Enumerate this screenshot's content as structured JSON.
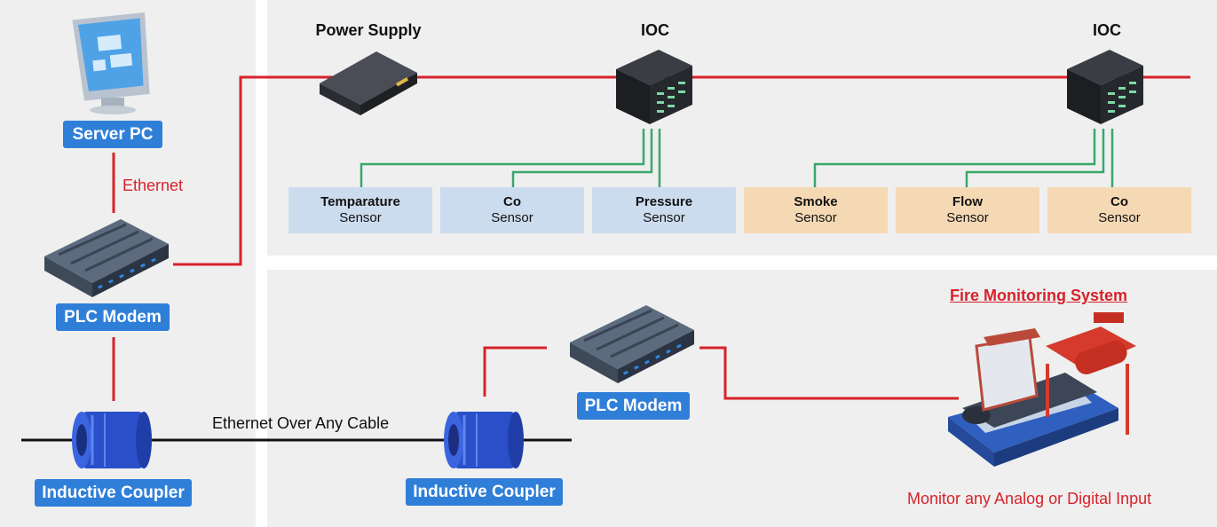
{
  "left": {
    "server_pc": "Server PC",
    "ethernet": "Ethernet",
    "plc_modem": "PLC Modem",
    "inductive_coupler": "Inductive Coupler"
  },
  "top": {
    "power_supply": "Power Supply",
    "ioc_1": "IOC",
    "ioc_2": "IOC",
    "sensors": [
      {
        "name": "Temparature",
        "type": "Sensor",
        "color": "#ccdcef"
      },
      {
        "name": "Co",
        "type": "Sensor",
        "color": "#ccdcef"
      },
      {
        "name": "Pressure",
        "type": "Sensor",
        "color": "#ccdcef"
      },
      {
        "name": "Smoke",
        "type": "Sensor",
        "color": "#f5d9b5"
      },
      {
        "name": "Flow",
        "type": "Sensor",
        "color": "#f5d9b5"
      },
      {
        "name": "Co",
        "type": "Sensor",
        "color": "#f5d9b5"
      }
    ]
  },
  "bottom": {
    "cable_label": "Ethernet Over Any Cable",
    "inductive_coupler": "Inductive Coupler",
    "plc_modem": "PLC Modem",
    "fire_title": "Fire Monitoring System",
    "monitor_text": "Monitor any Analog or Digital Input"
  },
  "colors": {
    "label_blue": "#2f7fd9",
    "line_red": "#d8222a",
    "line_green": "#3aa86b",
    "panel_gray": "#efefef"
  }
}
